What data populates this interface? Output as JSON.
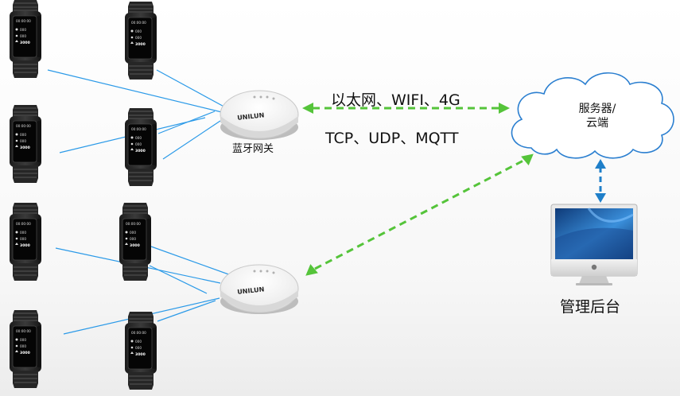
{
  "diagram": {
    "protocol_line1": "以太网、WIFI、4G",
    "protocol_line2": "TCP、UDP、MQTT",
    "gateway_label": "蓝牙网关",
    "gateway_brand": "UNILUN",
    "cloud_label_line1": "服务器/",
    "cloud_label_line2": "云端",
    "admin_label": "管理后台",
    "band_screen": {
      "time": "00:00:00",
      "hr": "000",
      "steps": "3000"
    },
    "colors": {
      "signal_line": "#2b9ae8",
      "network_link": "#55c43a",
      "server_link": "#1f7fc9",
      "cloud_stroke": "#2b7fd0"
    },
    "icons": [
      "wristband-icon",
      "bluetooth-gateway-icon",
      "cloud-icon",
      "monitor-icon",
      "apple-logo-icon"
    ]
  }
}
